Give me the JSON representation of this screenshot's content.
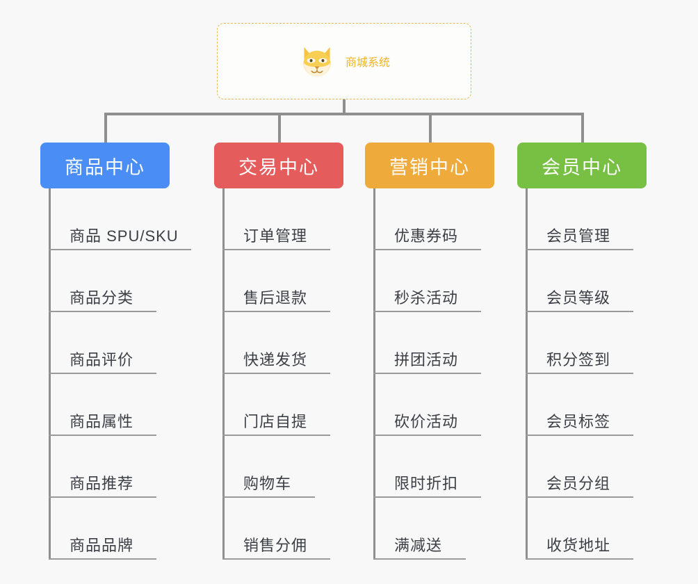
{
  "root": {
    "title": "商城系统",
    "icon": "shiba-dog-icon",
    "accent_color": "#f0b429",
    "border_color": "#e6b855"
  },
  "connector_color": "#8f8f8f",
  "columns": [
    {
      "label": "商品中心",
      "color": "#4a8ef5",
      "items": [
        "商品 SPU/SKU",
        "商品分类",
        "商品评价",
        "商品属性",
        "商品推荐",
        "商品品牌"
      ]
    },
    {
      "label": "交易中心",
      "color": "#e45c5c",
      "items": [
        "订单管理",
        "售后退款",
        "快递发货",
        "门店自提",
        "购物车",
        "销售分佣"
      ]
    },
    {
      "label": "营销中心",
      "color": "#eeab3c",
      "items": [
        "优惠券码",
        "秒杀活动",
        "拼团活动",
        "砍价活动",
        "限时折扣",
        "满减送"
      ]
    },
    {
      "label": "会员中心",
      "color": "#78c043",
      "items": [
        "会员管理",
        "会员等级",
        "积分签到",
        "会员标签",
        "会员分组",
        "收货地址"
      ]
    }
  ]
}
